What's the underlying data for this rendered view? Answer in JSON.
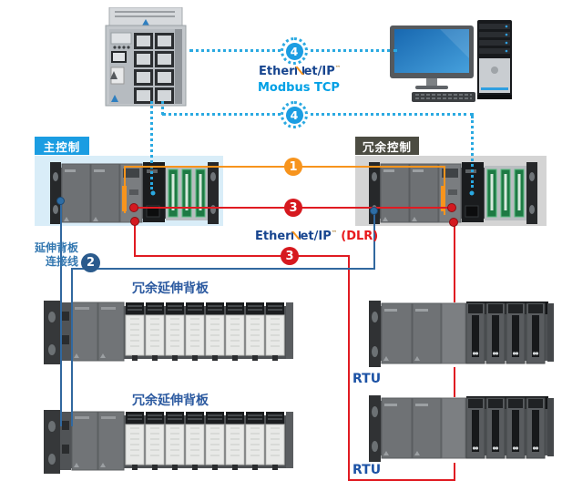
{
  "labels": {
    "main_control": "主控制",
    "redundant_control": "冗余控制",
    "extension_cable_line1": "延伸背板",
    "extension_cable_line2": "连接线",
    "redundant_backplane_top": "冗余延伸背板",
    "redundant_backplane_bottom": "冗余延伸背板",
    "rtu_top": "RTU",
    "rtu_bottom": "RTU"
  },
  "protocols": {
    "ethernet_prefix": "Ether",
    "ethernet_suffix": "et/IP",
    "ethernet_full": "EtherNet/IP",
    "modbus_tcp": "Modbus TCP",
    "dlr": "(DLR)"
  },
  "badges": {
    "one": "1",
    "two": "2",
    "three_a": "3",
    "three_b": "3",
    "four_a": "4",
    "four_b": "4"
  },
  "colors": {
    "accent_blue": "#1b9de2",
    "panel_light_blue": "#d9edf8",
    "panel_gray": "#d4d4d4",
    "zone_tag_olive": "#4c4c42",
    "line_orange": "#f7941d",
    "line_red": "#e01b22",
    "line_steel_blue": "#31689f",
    "dotted_cyan": "#2aa9e1",
    "ethernet_navy": "#17458f",
    "modbus_blue": "#00a0e5",
    "dlr_red": "#e8191c",
    "badge_navy": "#2b5b8d"
  }
}
